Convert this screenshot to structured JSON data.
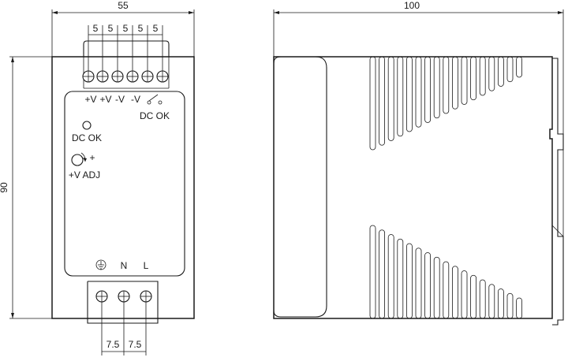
{
  "front_view": {
    "width_dim": "55",
    "height_dim": "90",
    "terminal_pitch_dims": [
      "5",
      "5",
      "5",
      "5",
      "5"
    ],
    "output_terminal_labels": [
      "+V",
      "+V",
      "-V",
      "-V"
    ],
    "dc_ok_relay_label": "DC OK",
    "dc_ok_led_label": "DC OK",
    "adj_plus_label": "+",
    "adj_label": "+V ADJ",
    "input_labels": [
      "N",
      "L"
    ],
    "input_pitch_dims": [
      "7.5",
      "7.5"
    ]
  },
  "side_view": {
    "depth_dim": "100"
  }
}
